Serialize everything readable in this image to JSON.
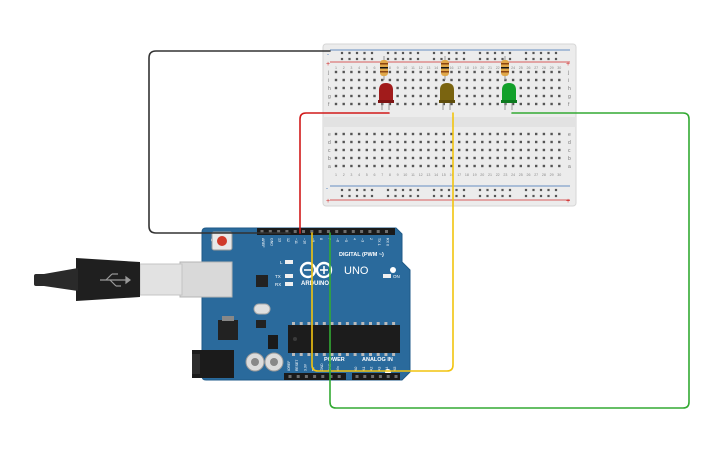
{
  "colors": {
    "board": "#2a6a9c",
    "board_dark": "#1f5a88",
    "breadboard": "#ececec",
    "rail_red": "#d12b2b",
    "rail_blue": "#3a6fb5",
    "wire_black": "#333333",
    "wire_red": "#d11a1a",
    "wire_yellow": "#f2c40f",
    "wire_green": "#33aa33",
    "led_red": "#a11b1b",
    "led_yellow": "#7a6410",
    "led_green": "#12a02a"
  },
  "arduino": {
    "logo": "ARDUINO",
    "model": "UNO",
    "digital_label": "DIGITAL (PWM ~)",
    "power_label": "POWER",
    "analog_label": "ANALOG IN",
    "on_label": "ON",
    "led_l": "L",
    "led_tx": "TX",
    "led_rx": "RX",
    "top_pins": [
      "AREF",
      "GND",
      "13",
      "12",
      "~11",
      "~10",
      "~9",
      "8",
      "7",
      "~6",
      "~5",
      "4",
      "~3",
      "2",
      "TX 1",
      "RX 0"
    ],
    "power_pins": [
      "IOREF",
      "RESET",
      "3.3V",
      "5V",
      "GND",
      "GND",
      "Vin"
    ],
    "analog_pins": [
      "A0",
      "A1",
      "A2",
      "A3",
      "A4",
      "A5"
    ]
  },
  "breadboard": {
    "row_letters_top": [
      "j",
      "i",
      "h",
      "g",
      "f"
    ],
    "row_letters_bottom": [
      "e",
      "d",
      "c",
      "b",
      "a"
    ],
    "column_numbers": [
      "1",
      "2",
      "3",
      "4",
      "5",
      "6",
      "7",
      "8",
      "9",
      "10",
      "11",
      "12",
      "13",
      "14",
      "15",
      "16",
      "17",
      "18",
      "19",
      "20",
      "21",
      "22",
      "23",
      "24",
      "25",
      "26",
      "27",
      "28",
      "29",
      "30"
    ],
    "plus": "+",
    "minus": "-"
  },
  "components": {
    "leds": [
      {
        "name": "red-led",
        "color": "led_red"
      },
      {
        "name": "yellow-led",
        "color": "led_yellow"
      },
      {
        "name": "green-led",
        "color": "led_green"
      }
    ],
    "resistors": 3,
    "usb_cable": "usb-b-cable"
  }
}
